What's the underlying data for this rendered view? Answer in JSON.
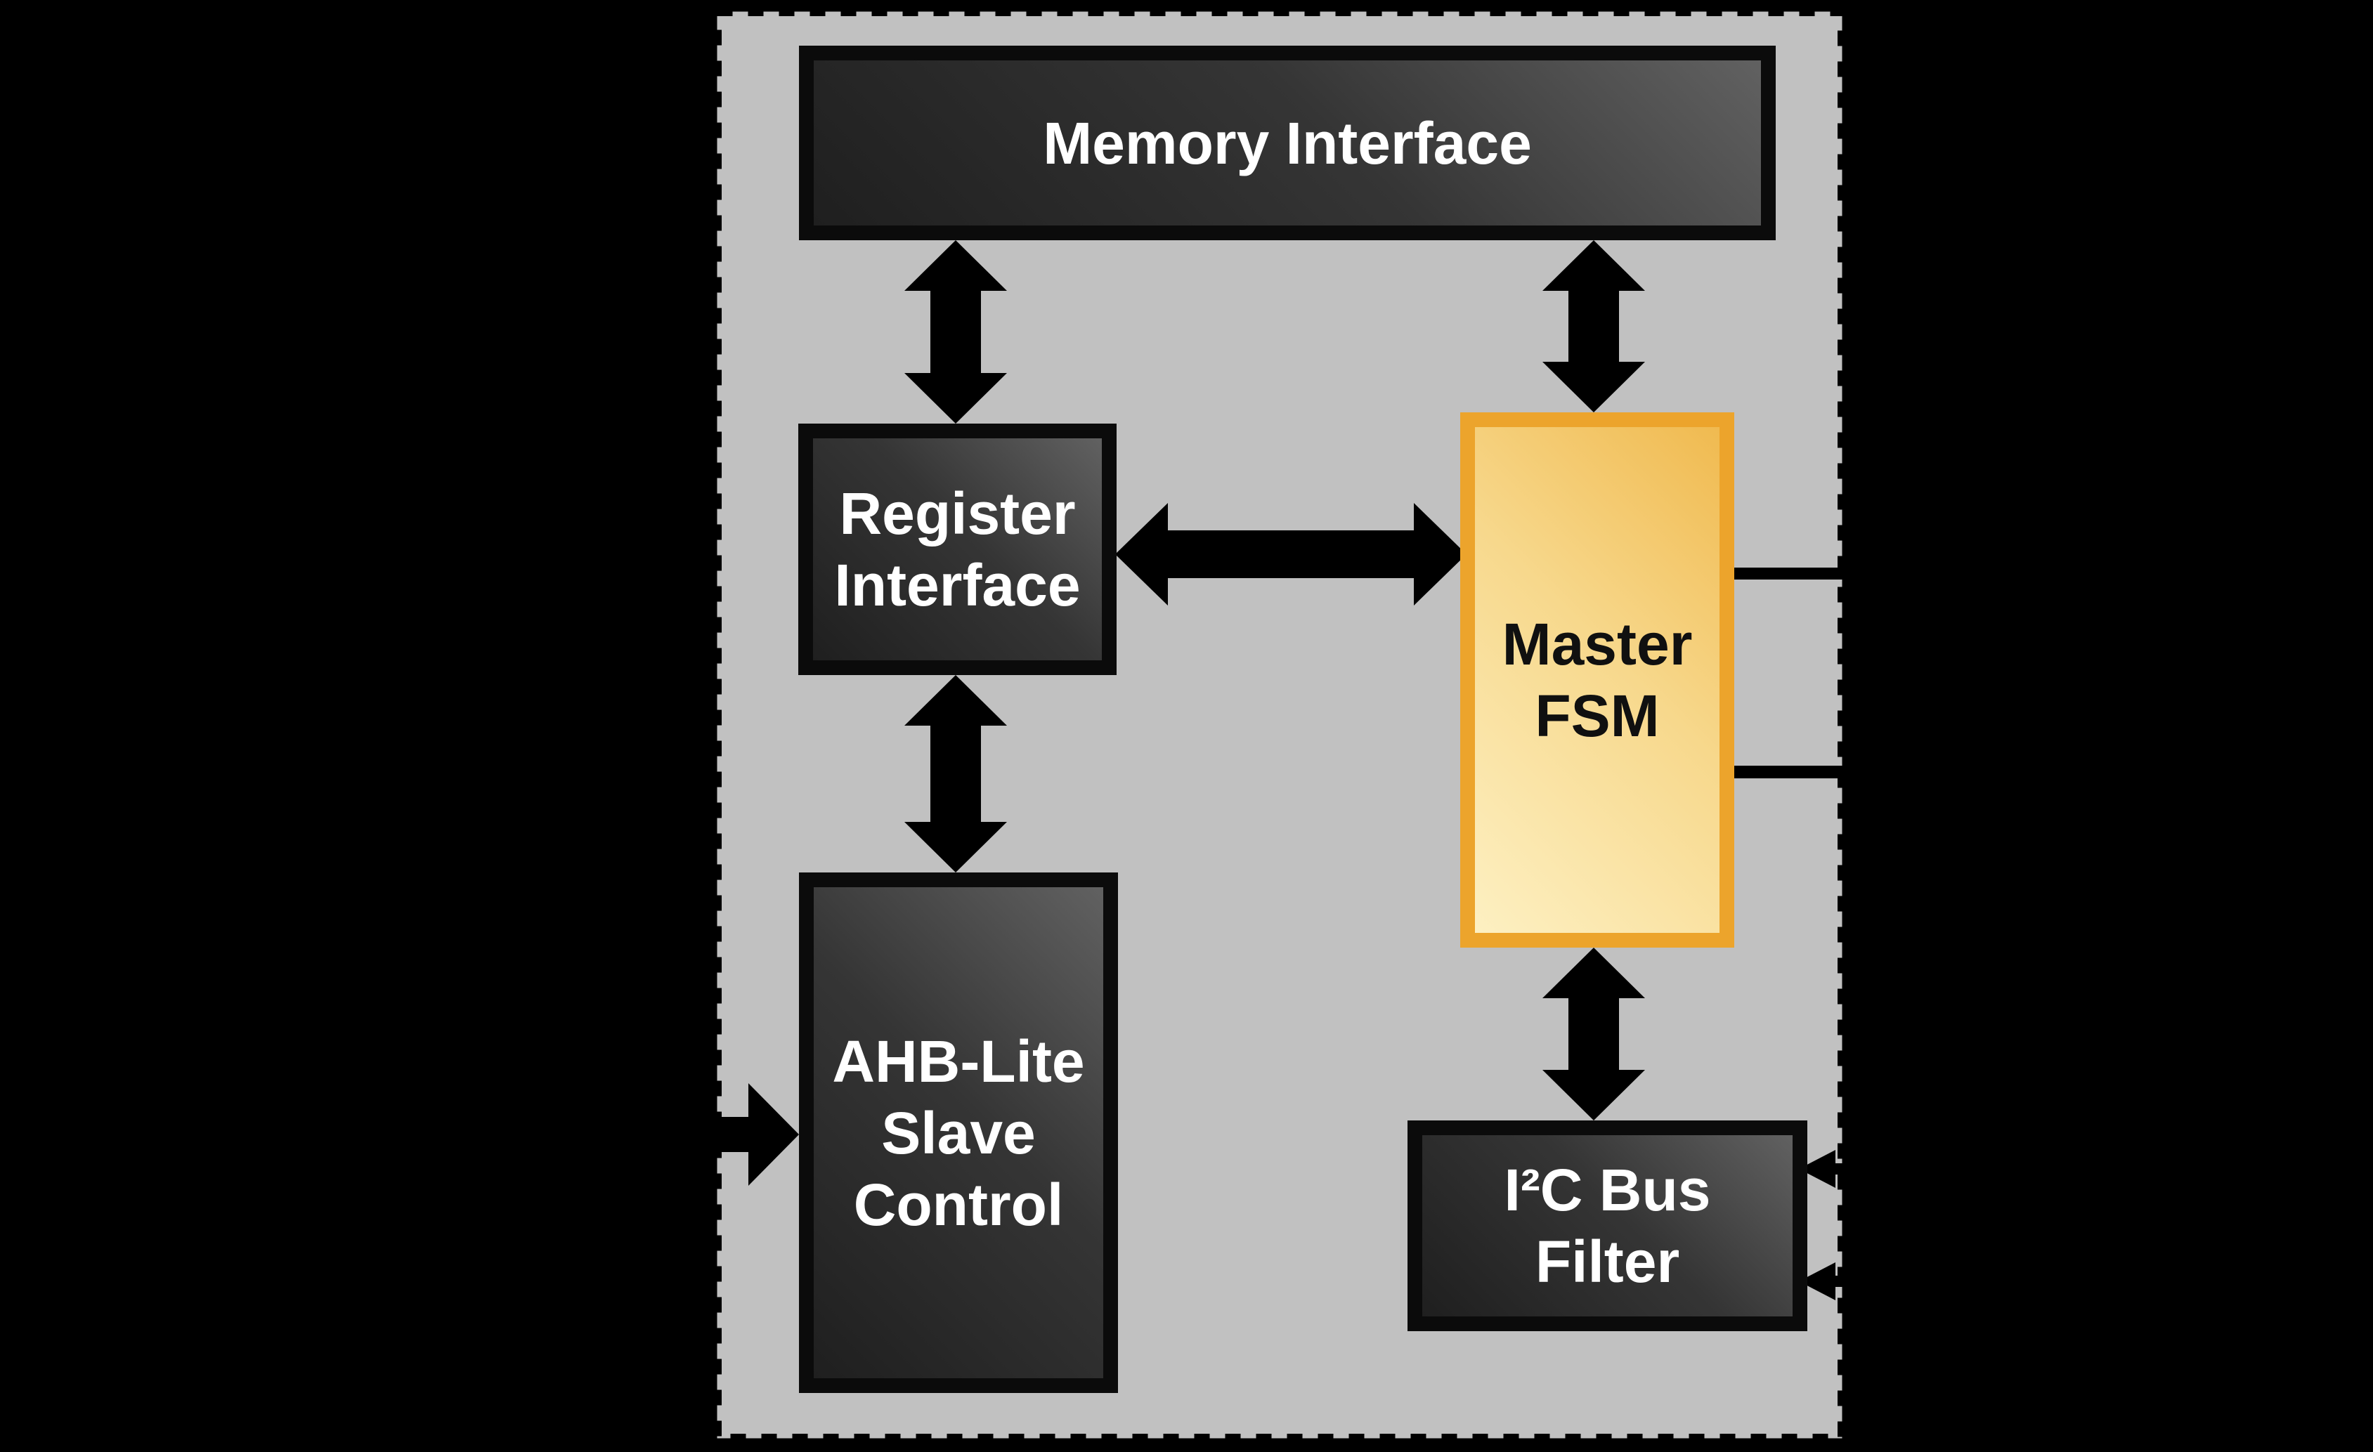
{
  "diagram": {
    "kind": "block-diagram",
    "colors": {
      "page_background": "#000000",
      "container_fill": "#c1c1c1",
      "container_border": "#000000",
      "dark_block_border": "#0b0b0b",
      "dark_block_text": "#ffffff",
      "fsm_border": "#eca42c",
      "fsm_fill_light": "#fdf0c2",
      "fsm_fill_dark": "#f0ba50",
      "fsm_text": "#101010",
      "arrow_color": "#000000"
    },
    "blocks": {
      "memory": {
        "label": "Memory Interface"
      },
      "register": {
        "label": "Register\nInterface"
      },
      "ahb": {
        "label": "AHB-Lite\nSlave\nControl"
      },
      "fsm": {
        "label": "Master\nFSM"
      },
      "filter": {
        "label": "I²C Bus\nFilter"
      }
    },
    "connections": [
      {
        "name": "memory-register",
        "type": "bidirectional-arrow",
        "from": "Memory Interface",
        "to": "Register Interface"
      },
      {
        "name": "memory-fsm",
        "type": "bidirectional-arrow",
        "from": "Memory Interface",
        "to": "Master FSM"
      },
      {
        "name": "register-fsm",
        "type": "bidirectional-arrow",
        "from": "Register Interface",
        "to": "Master FSM"
      },
      {
        "name": "register-ahb",
        "type": "bidirectional-arrow",
        "from": "Register Interface",
        "to": "AHB-Lite Slave Control"
      },
      {
        "name": "fsm-filter",
        "type": "bidirectional-arrow",
        "from": "Master FSM",
        "to": "I²C Bus Filter"
      },
      {
        "name": "external-to-ahb",
        "type": "arrow-in-from-left",
        "to": "AHB-Lite Slave Control"
      },
      {
        "name": "fsm-output-upper",
        "type": "line-out-right",
        "from": "Master FSM"
      },
      {
        "name": "fsm-output-lower",
        "type": "line-out-right",
        "from": "Master FSM"
      },
      {
        "name": "external-to-filter-upper",
        "type": "arrow-in-from-right",
        "to": "I²C Bus Filter"
      },
      {
        "name": "external-to-filter-lower",
        "type": "arrow-in-from-right",
        "to": "I²C Bus Filter"
      }
    ]
  }
}
